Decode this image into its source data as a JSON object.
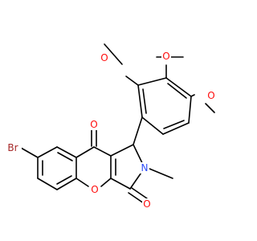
{
  "molecule": {
    "atoms": [
      {
        "id": "o_meo1",
        "text": "O",
        "color": "#ff0d0d"
      },
      {
        "id": "o_meo2",
        "text": "O",
        "color": "#ff0d0d"
      },
      {
        "id": "o_meo3",
        "text": "O",
        "color": "#ff0d0d"
      },
      {
        "id": "o_ketone",
        "text": "O",
        "color": "#ff0d0d"
      },
      {
        "id": "br",
        "text": "Br",
        "color": "#a62929"
      },
      {
        "id": "n",
        "text": "N",
        "color": "#3050f8"
      },
      {
        "id": "o_ring",
        "text": "O",
        "color": "#ff0d0d"
      },
      {
        "id": "o_lactam",
        "text": "O",
        "color": "#ff0d0d"
      }
    ],
    "bond_color": "#000000"
  }
}
